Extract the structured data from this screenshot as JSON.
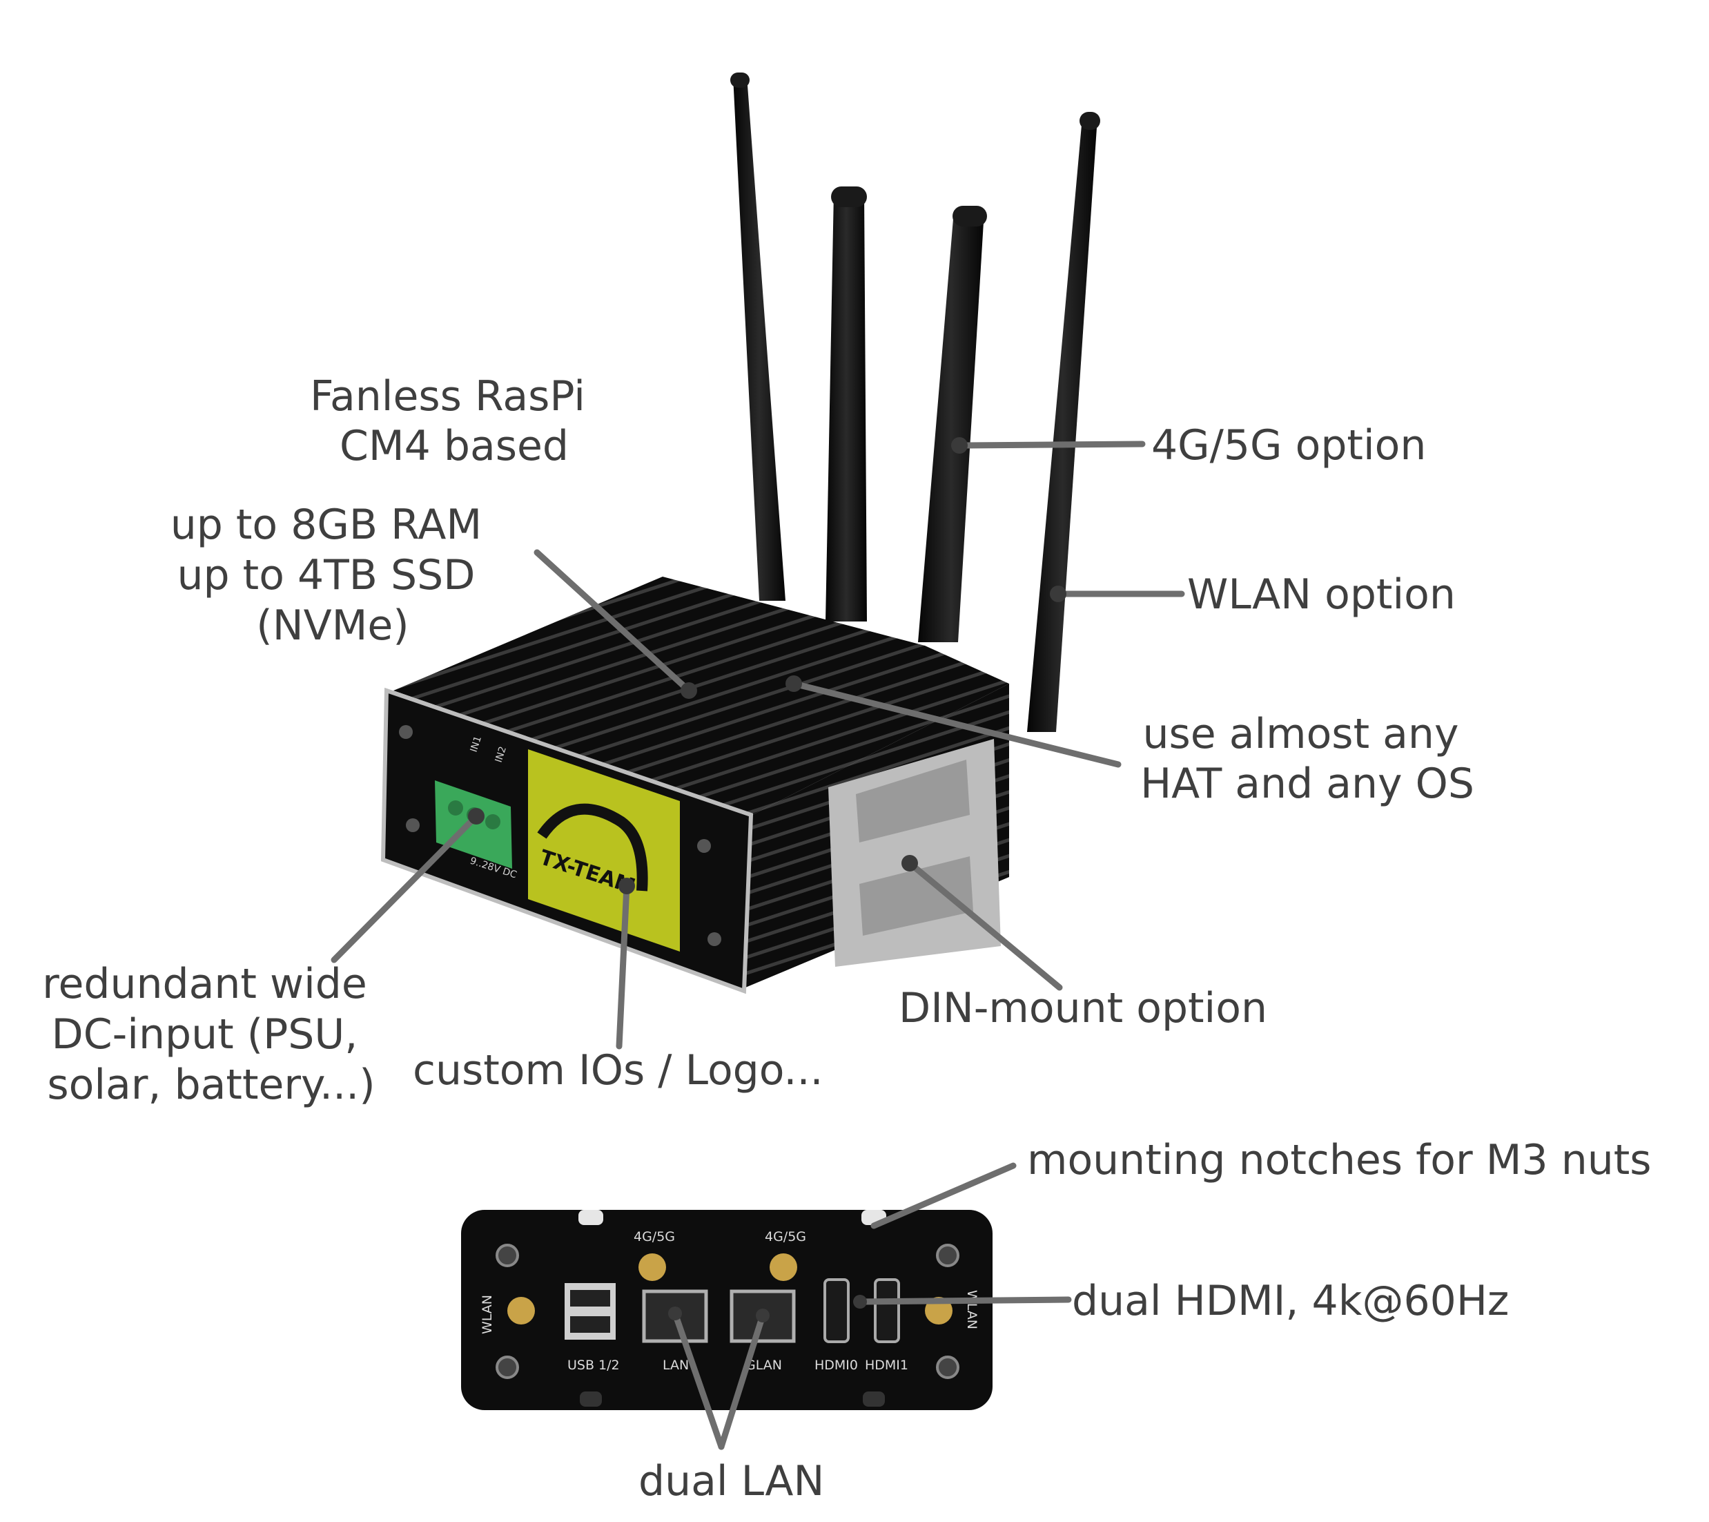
{
  "callouts": {
    "cm4": [
      "Fanless RasPi",
      "CM4 based"
    ],
    "memory": [
      "up to 8GB RAM",
      "up to 4TB SSD",
      "(NVMe)"
    ],
    "cellular": [
      "4G/5G option"
    ],
    "wlan": [
      "WLAN option"
    ],
    "hat": [
      "use almost any",
      "HAT and any OS"
    ],
    "din": [
      "DIN-mount option"
    ],
    "dc_input": [
      "redundant wide",
      "DC-input (PSU,",
      "solar, battery...)"
    ],
    "custom_io": [
      "custom IOs / Logo..."
    ],
    "mounting": [
      "mounting notches for M3 nuts"
    ],
    "hdmi": [
      "dual HDMI, 4k@60Hz"
    ],
    "lan": [
      "dual LAN"
    ]
  },
  "front_labels": {
    "logo": "TX-TEAM",
    "terminal_top": [
      "IN1",
      "IN2"
    ],
    "terminal_polarity": [
      "+",
      "-",
      "-",
      "+"
    ],
    "terminal_bottom": "9..28V DC"
  },
  "back_panel": {
    "wlan_left": "WLAN",
    "wlan_right": "WLAN",
    "ant_left": "4G/5G",
    "ant_right": "4G/5G",
    "usb": "USB 1/2",
    "lan": "LAN",
    "glan": "GLAN",
    "hdmi0": "HDMI0",
    "hdmi1": "HDMI1"
  },
  "colors": {
    "text": "#3f3f3f",
    "leader": "#6e6e6e",
    "housing": "#111111",
    "label_panel": "#b9c21f",
    "terminal_block": "#3aa85a",
    "din_clip": "#bdbdbd"
  }
}
